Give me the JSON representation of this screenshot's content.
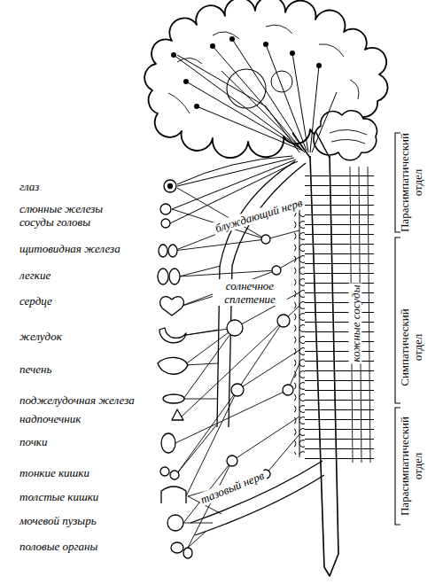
{
  "diagram": {
    "labels": [
      "глаз",
      "слюнные железы",
      "сосуды головы",
      "щитовидная железа",
      "легкие",
      "сердце",
      "желудок",
      "печень",
      "поджелудочная железа",
      "надпочечник",
      "почки",
      "тонкие кишки",
      "толстые кишки",
      "мочевой пузырь",
      "половые органы",
      "блуждающий нерв",
      "солнечное сплетение",
      "кожные сосуды",
      "тазовый нерв",
      "Парасимпатический отдел",
      "Симпатический отдел",
      "Парасимпатический отдел"
    ]
  }
}
